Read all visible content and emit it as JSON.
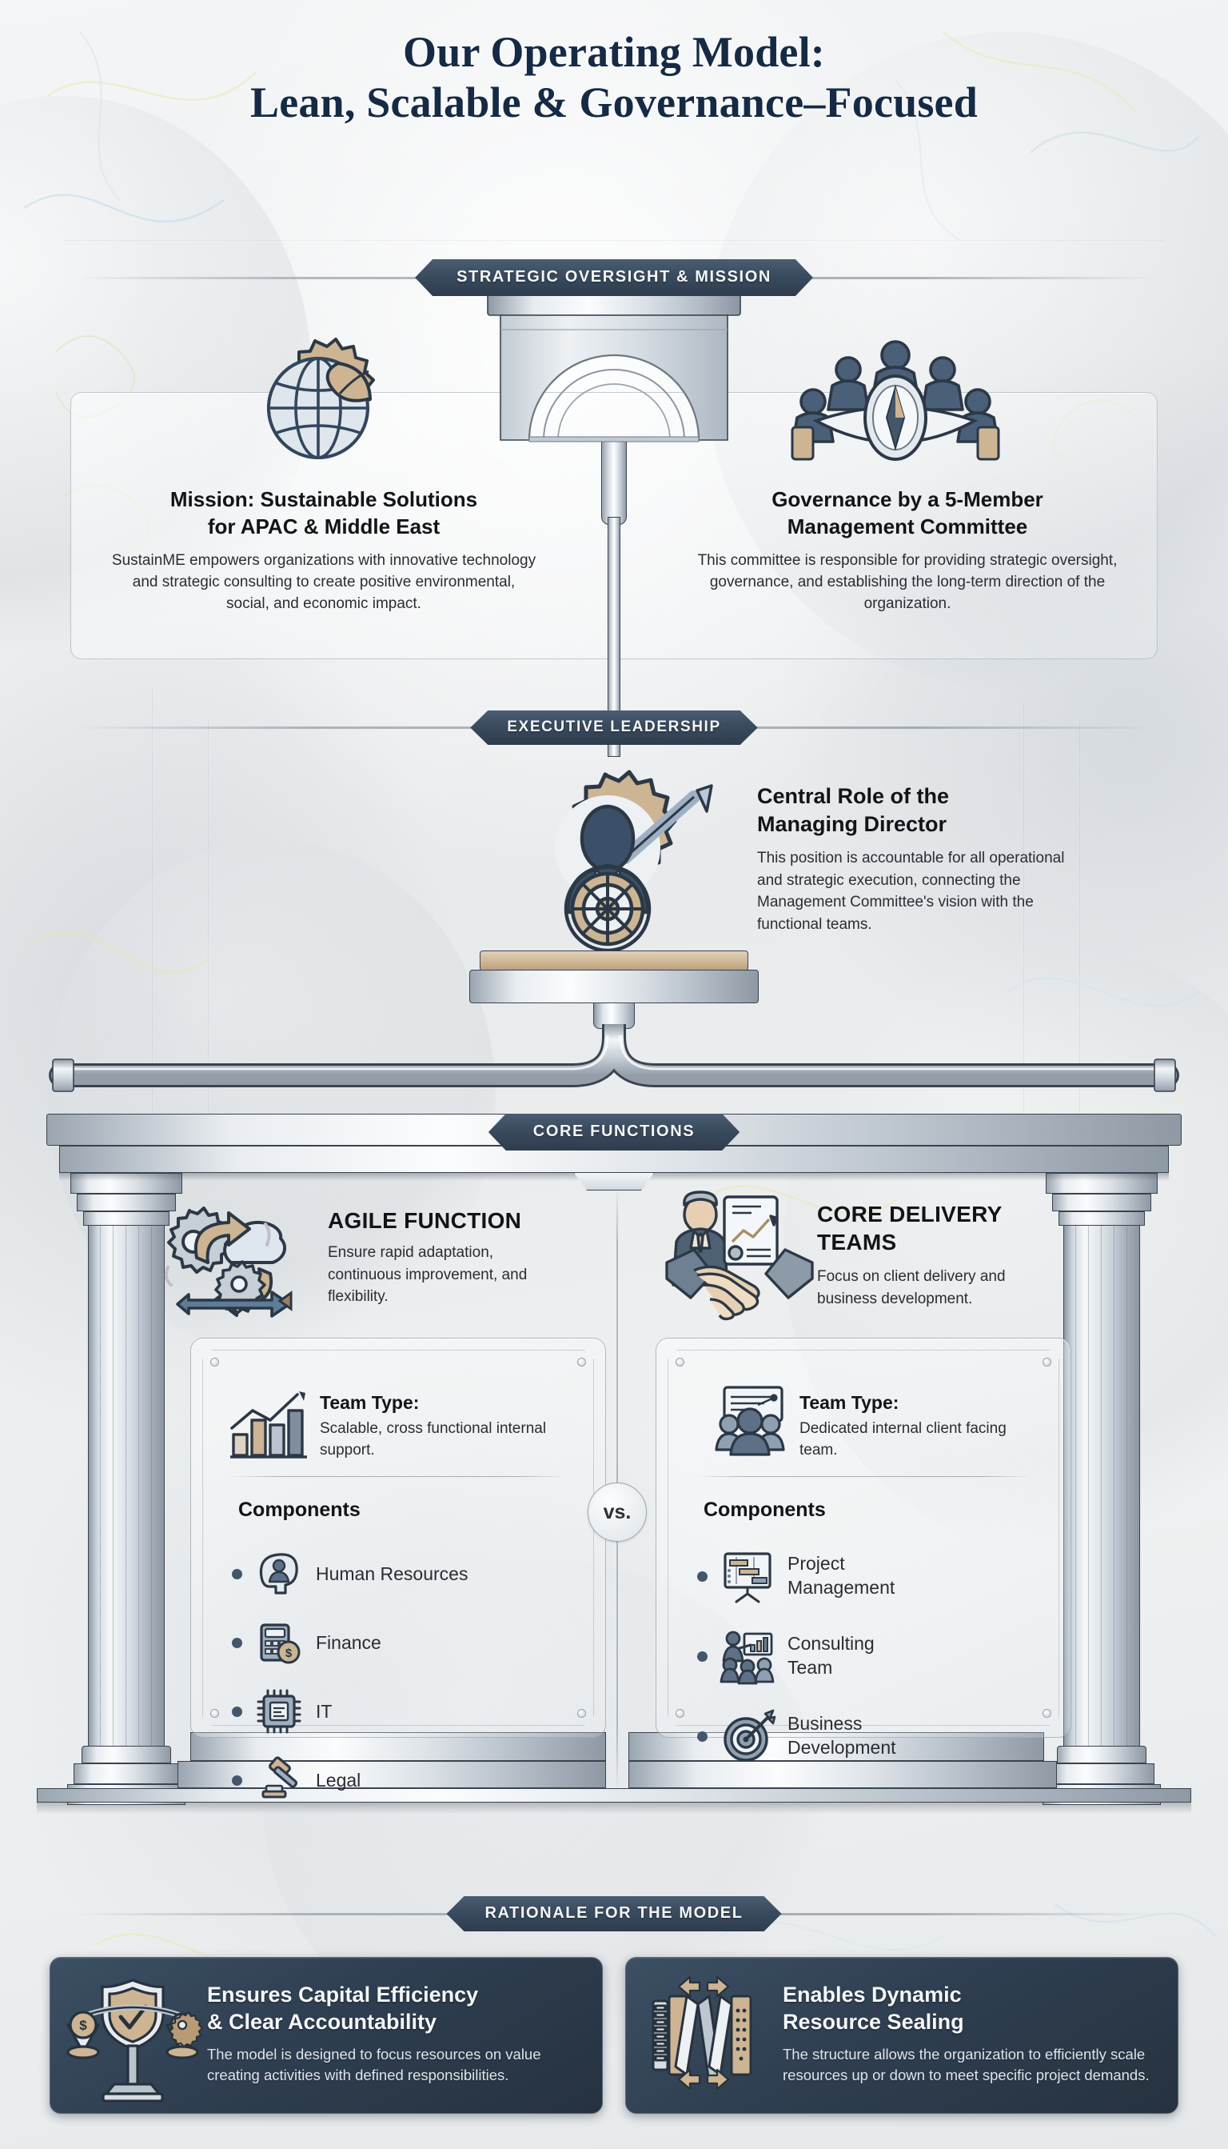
{
  "title": {
    "line1": "Our Operating Model:",
    "line2": "Lean, Scalable & Governance–Focused"
  },
  "sections": {
    "strategic": "STRATEGIC OVERSIGHT & MISSION",
    "executive": "EXECUTIVE LEADERSHIP",
    "core": "CORE FUNCTIONS",
    "rationale": "RATIONALE FOR THE MODEL"
  },
  "strategic_oversight": {
    "mission": {
      "icon": "globe-leaf-gear-icon",
      "heading_line1": "Mission: Sustainable Solutions",
      "heading_line2": "for APAC & Middle East",
      "body": "SustainME empowers organizations with innovative technology and strategic consulting to create positive environmental, social, and economic impact."
    },
    "governance": {
      "icon": "boardroom-compass-icon",
      "heading_line1": "Governance by a 5-Member",
      "heading_line2": "Management Committee",
      "body": "This committee is responsible for providing strategic oversight, governance, and establishing the long-term direction of the organization."
    }
  },
  "executive_leadership": {
    "icon": "executive-gear-helm-icon",
    "heading_line1": "Central Role of the",
    "heading_line2": "Managing Director",
    "body": "This position is accountable for all operational and strategic execution, connecting the Management Committee's vision with the functional teams."
  },
  "core_functions": {
    "vs_label": "vs.",
    "left": {
      "icon": "agile-cycle-gears-icon",
      "title": "AGILE FUNCTION",
      "subtitle": "Ensure rapid adaptation, continuous improvement, and flexibility.",
      "team_type_icon": "bar-chart-growth-icon",
      "team_type_label": "Team Type:",
      "team_type_value": "Scalable, cross functional internal support.",
      "components_label": "Components",
      "components": [
        {
          "icon": "head-person-icon",
          "label": "Human Resources"
        },
        {
          "icon": "calculator-coin-icon",
          "label": "Finance"
        },
        {
          "icon": "microchip-icon",
          "label": "IT"
        },
        {
          "icon": "gavel-icon",
          "label": "Legal"
        }
      ]
    },
    "right": {
      "icon": "handshake-report-icon",
      "title_line1": "CORE DELIVERY",
      "title_line2": "TEAMS",
      "subtitle": "Focus on client delivery and business development.",
      "team_type_icon": "presentation-team-icon",
      "team_type_label": "Team Type:",
      "team_type_value": "Dedicated internal client facing team.",
      "components_label": "Components",
      "components": [
        {
          "icon": "gantt-board-icon",
          "label": "Project Management"
        },
        {
          "icon": "presenter-chart-icon",
          "label": "Consulting Team"
        },
        {
          "icon": "target-arrow-icon",
          "label": "Business Development"
        }
      ]
    }
  },
  "rationale": {
    "cards": [
      {
        "icon": "scales-shield-icon",
        "title_line1": "Ensures Capital Efficiency",
        "title_line2": "& Clear Accountability",
        "body": "The model is designed to focus resources on value creating activities with defined responsibilities."
      },
      {
        "icon": "accordion-scale-icon",
        "title_line1": "Enables Dynamic",
        "title_line2": "Resource Sealing",
        "body": "The structure allows the organization to efficiently scale resources up or down to meet specific project demands."
      }
    ]
  },
  "colors": {
    "title_navy": "#152a44",
    "ribbon_dark": "#3b4c60",
    "dark_card": "#2f3f51",
    "metal_light": "#e9edf1",
    "accent_tan": "#c9ad8b",
    "steel_blue": "#44566b"
  }
}
